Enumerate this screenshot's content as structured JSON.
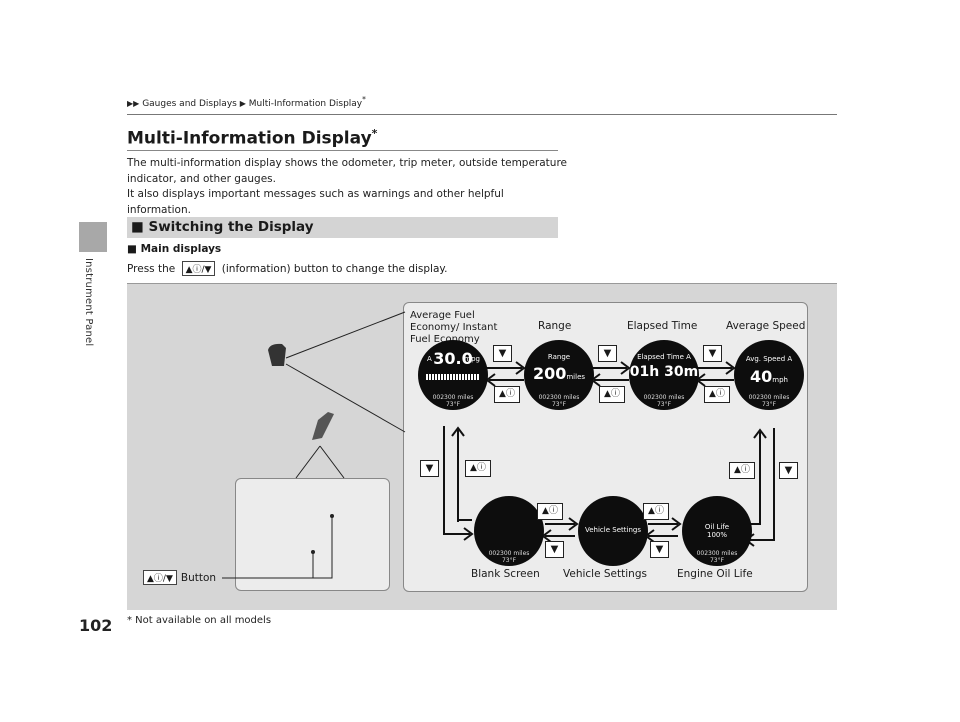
{
  "side_tab": "Instrument Panel",
  "page_number": "102",
  "breadcrumb": {
    "item1": "Gauges and Displays",
    "item2": "Multi-Information Display",
    "item2_mark": "*"
  },
  "title": {
    "text": "Multi-Information Display",
    "mark": "*"
  },
  "intro": [
    "The multi-information display shows the odometer, trip meter, outside temperature",
    "indicator, and other gauges.",
    "It also displays important messages such as warnings and other helpful information."
  ],
  "section_heading": "Switching the Display",
  "sub_heading": "Main displays",
  "press": {
    "before": "Press the",
    "button_glyph": "▲ⓘ/▼",
    "after": "(information) button to change the display."
  },
  "display_labels": {
    "afe": "Average Fuel Economy/ Instant Fuel Economy",
    "range": "Range",
    "elapsed": "Elapsed Time",
    "avg_speed": "Average Speed",
    "blank": "Blank Screen",
    "vehicle_settings": "Vehicle Settings",
    "oil_life": "Engine Oil Life"
  },
  "screens": {
    "afe": {
      "letter": "A",
      "value": "30.0",
      "unit": "mpg",
      "odo": "002300 miles",
      "temp": "73°F"
    },
    "range": {
      "title": "Range",
      "value": "200",
      "unit": "miles",
      "odo": "002300 miles",
      "temp": "73°F"
    },
    "elapsed": {
      "title": "Elapsed Time A",
      "value": "01h 30m",
      "odo": "002300 miles",
      "temp": "73°F"
    },
    "avg_speed": {
      "title": "Avg. Speed A",
      "value": "40",
      "unit": "mph",
      "odo": "002300 miles",
      "temp": "73°F"
    },
    "blank": {
      "odo": "002300 miles",
      "temp": "73°F"
    },
    "vehicle_settings": {
      "title": "Vehicle Settings"
    },
    "oil_life": {
      "title": "Oil Life",
      "value": "100%",
      "odo": "002300 miles",
      "temp": "73°F"
    }
  },
  "buttons": {
    "down": "▼",
    "up_info": "▲ⓘ"
  },
  "button_caption": {
    "glyph": "▲ⓘ/▼",
    "label": "Button"
  },
  "footnote": "* Not available on all models"
}
